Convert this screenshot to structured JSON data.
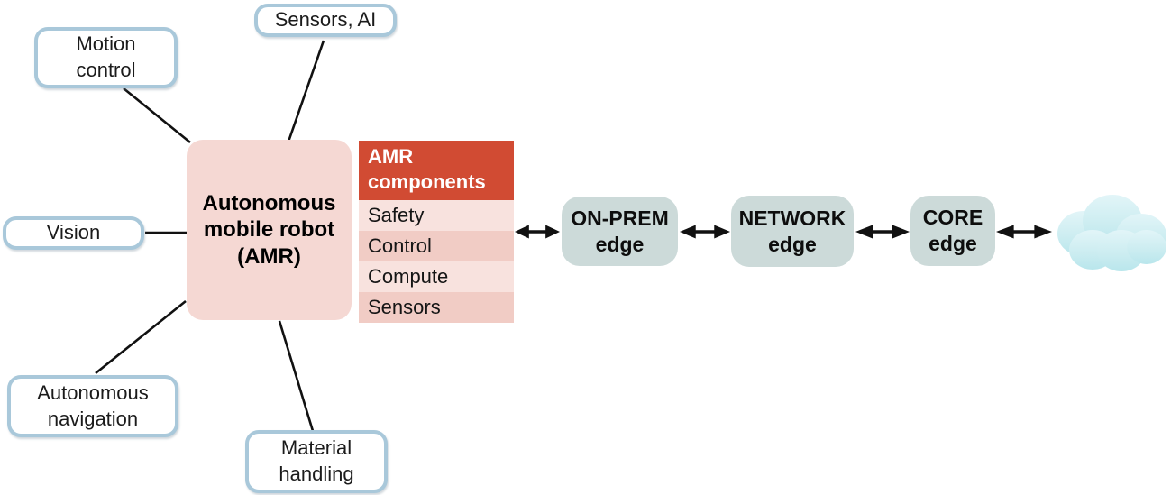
{
  "colors": {
    "satellite_border": "#a9c8da",
    "hub_fill": "#f5d8d3",
    "table_header_fill": "#d14b33",
    "row_dark": "#f1ccc5",
    "row_light": "#f8e2de",
    "edge_fill": "#ccdad9",
    "cloud_main": "#c2e9ee",
    "cloud_highlight": "#e2f5f8",
    "line": "#111111"
  },
  "hub": {
    "label": "Autonomous\nmobile robot\n(AMR)"
  },
  "satellites": [
    {
      "label": "Motion\ncontrol"
    },
    {
      "label": "Sensors, AI"
    },
    {
      "label": "Vision"
    },
    {
      "label": "Autonomous\nnavigation"
    },
    {
      "label": "Material\nhandling"
    }
  ],
  "components_table": {
    "header": "AMR\ncomponents",
    "rows": [
      "Safety",
      "Control",
      "Compute",
      "Sensors"
    ]
  },
  "edge_nodes": [
    {
      "label": "ON-PREM\nedge"
    },
    {
      "label": "NETWORK\nedge"
    },
    {
      "label": "CORE\nedge"
    }
  ],
  "icons": {
    "cloud": "cloud-icon",
    "link": "double-arrow-icon"
  }
}
